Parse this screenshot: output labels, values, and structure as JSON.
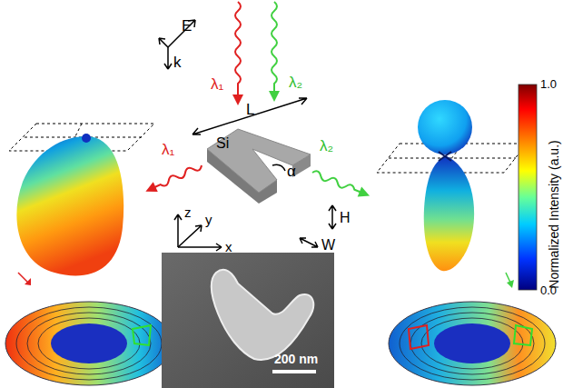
{
  "diagram": {
    "labels": [
      "E",
      "k",
      "λ₁",
      "λ₂",
      "L",
      "Si",
      "α",
      "λ₁",
      "λ₂",
      "z",
      "y",
      "x",
      "H",
      "W",
      "200 nm",
      "1.0",
      "Normalized Intensity (a.u.)",
      "0.0"
    ]
  }
}
